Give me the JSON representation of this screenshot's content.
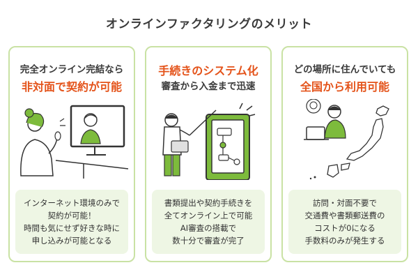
{
  "title": "オンラインファクタリングのメリット",
  "cards": [
    {
      "heading1": "完全オンライン完結なら",
      "heading2": "非対面で契約が可能",
      "lines": [
        "インターネット環境のみで",
        "契約が可能！",
        "時間も気にせず好きな時に",
        "申し込みが可能となる"
      ]
    },
    {
      "heading1": "手続きのシステム化",
      "heading2": "審査から入金まで迅速",
      "lines": [
        "書類提出や契約手続きを",
        "全てオンライン上で可能",
        "AI審査の搭載で",
        "数十分で審査が完了"
      ]
    },
    {
      "heading1": "どの場所に住んでいても",
      "heading2": "全国から利用可能",
      "lines": [
        "訪問・対面不要で",
        "交通費や書類郵送費の",
        "コストが0になる",
        "手数料のみが発生する"
      ]
    }
  ],
  "colors": {
    "accent": "#e4531a",
    "green": "#7dbb3c",
    "card_border": "#c9e2a4",
    "desc_bg": "#eef6e4"
  }
}
